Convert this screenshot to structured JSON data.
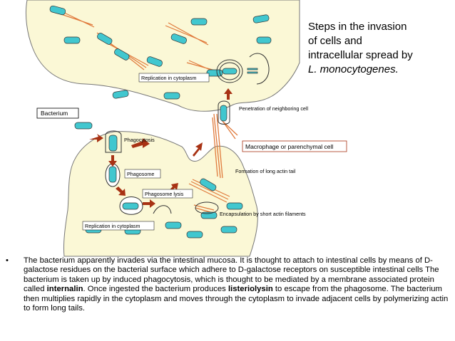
{
  "title": {
    "line1": "Steps in the invasion",
    "line2": "of cells and",
    "line3": "intracellular spread by",
    "line4": "L. monocytogenes."
  },
  "diagram_labels": {
    "bacterium": "Bacterium",
    "replication_top": "Replication in cytoplasm",
    "phagocytosis": "Phagocytosis",
    "phagosome": "Phagosome",
    "phagosome_lysis": "Phagosome lysis",
    "replication_bottom": "Replication in cytoplasm",
    "penetration": "Penetration of neighboring cell",
    "macrophage": "Macrophage or parenchymal cell",
    "long_actin": "Formation of long actin tail",
    "encapsulation": "Encapsulation by short actin filaments"
  },
  "bullet": {
    "mark": "•",
    "t1": "The bacterium apparently invades via the intestinal mucosa. It is thought to attach to intestinal cells by means of D-galactose residues on the bacterial surface which adhere to D-galactose receptors on susceptible intestinal cells  The bacterium is taken up by induced phagocytosis, which is thought to be mediated by a membrane associated protein called ",
    "b1": "internalin",
    "t2": ". Once ingested the bacterium produces ",
    "b2": "listeriolysin",
    "t3": " to escape from the phagosome. The bacterium then multiplies rapidly in the cytoplasm and moves through the cytoplasm to invade adjacent cells by polymerizing actin to form long tails."
  },
  "colors": {
    "cell_fill": "#fbf8d6",
    "bacterium": "#41c7cf",
    "actin": "#e07a3c",
    "arrow": "#a83214",
    "label_box": "#ffffff"
  }
}
